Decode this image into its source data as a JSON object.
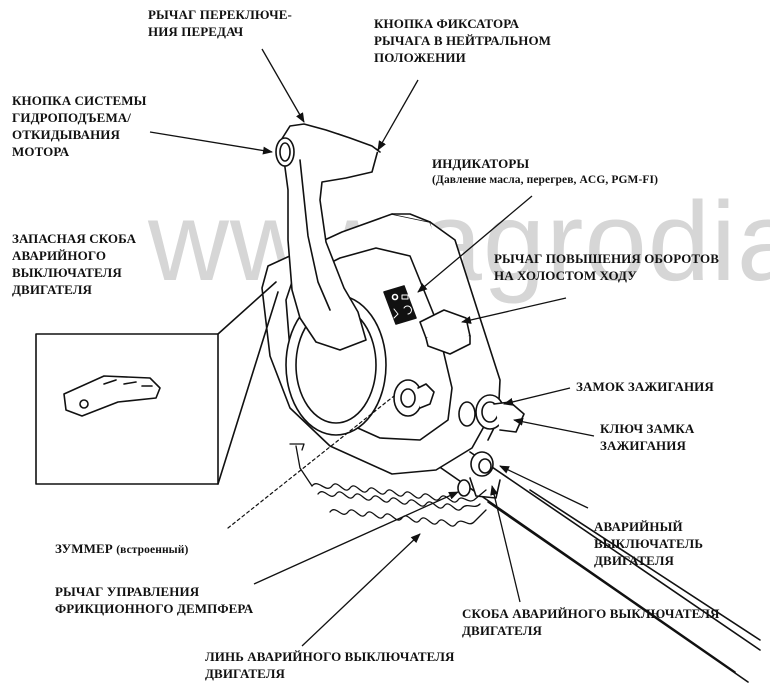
{
  "watermark": "www.agrodia",
  "labels": {
    "shift_lever": [
      "РЫЧАГ ПЕРЕКЛЮЧЕ-",
      "НИЯ ПЕРЕДАЧ"
    ],
    "neutral_lock_button": [
      "КНОПКА ФИКСАТОРА",
      "РЫЧАГА В НЕЙТРАЛЬНОМ",
      "ПОЛОЖЕНИИ"
    ],
    "trim_tilt_button": [
      "КНОПКА СИСТЕМЫ",
      "ГИДРОПОДЪЕМА/",
      "ОТКИДЫВАНИЯ",
      "МОТОРА"
    ],
    "indicators_title": "ИНДИКАТОРЫ",
    "indicators_detail": "(Давление масла, перегрев, ACG, PGM-FI)",
    "spare_clip": [
      "ЗАПАСНАЯ СКОБА",
      "АВАРИЙНОГО",
      "ВЫКЛЮЧАТЕЛЯ",
      "ДВИГАТЕЛЯ"
    ],
    "fast_idle_lever": [
      "РЫЧАГ ПОВЫШЕНИЯ ОБОРОТОВ",
      "НА ХОЛОСТОМ ХОДУ"
    ],
    "ignition_switch": "ЗАМОК ЗАЖИГАНИЯ",
    "ignition_key": [
      "КЛЮЧ ЗАМКА",
      "ЗАЖИГАНИЯ"
    ],
    "buzzer_main": "ЗУММЕР",
    "buzzer_note": "(встроенный)",
    "emergency_stop_switch": [
      "АВАРИЙНЫЙ",
      "ВЫКЛЮЧАТЕЛЬ",
      "ДВИГАТЕЛЯ"
    ],
    "friction_lever": [
      "РЫЧАГ УПРАВЛЕНИЯ",
      "ФРИКЦИОННОГО ДЕМПФЕРА"
    ],
    "stop_switch_clip": [
      "СКОБА АВАРИЙНОГО ВЫКЛЮЧАТЕЛЯ",
      "ДВИГАТЕЛЯ"
    ],
    "lanyard": [
      "ЛИНЬ АВАРИЙНОГО ВЫКЛЮЧАТЕЛЯ",
      "ДВИГАТЕЛЯ"
    ]
  },
  "colors": {
    "ink": "#111111",
    "watermark": "#d6d6d6",
    "background": "#ffffff"
  }
}
